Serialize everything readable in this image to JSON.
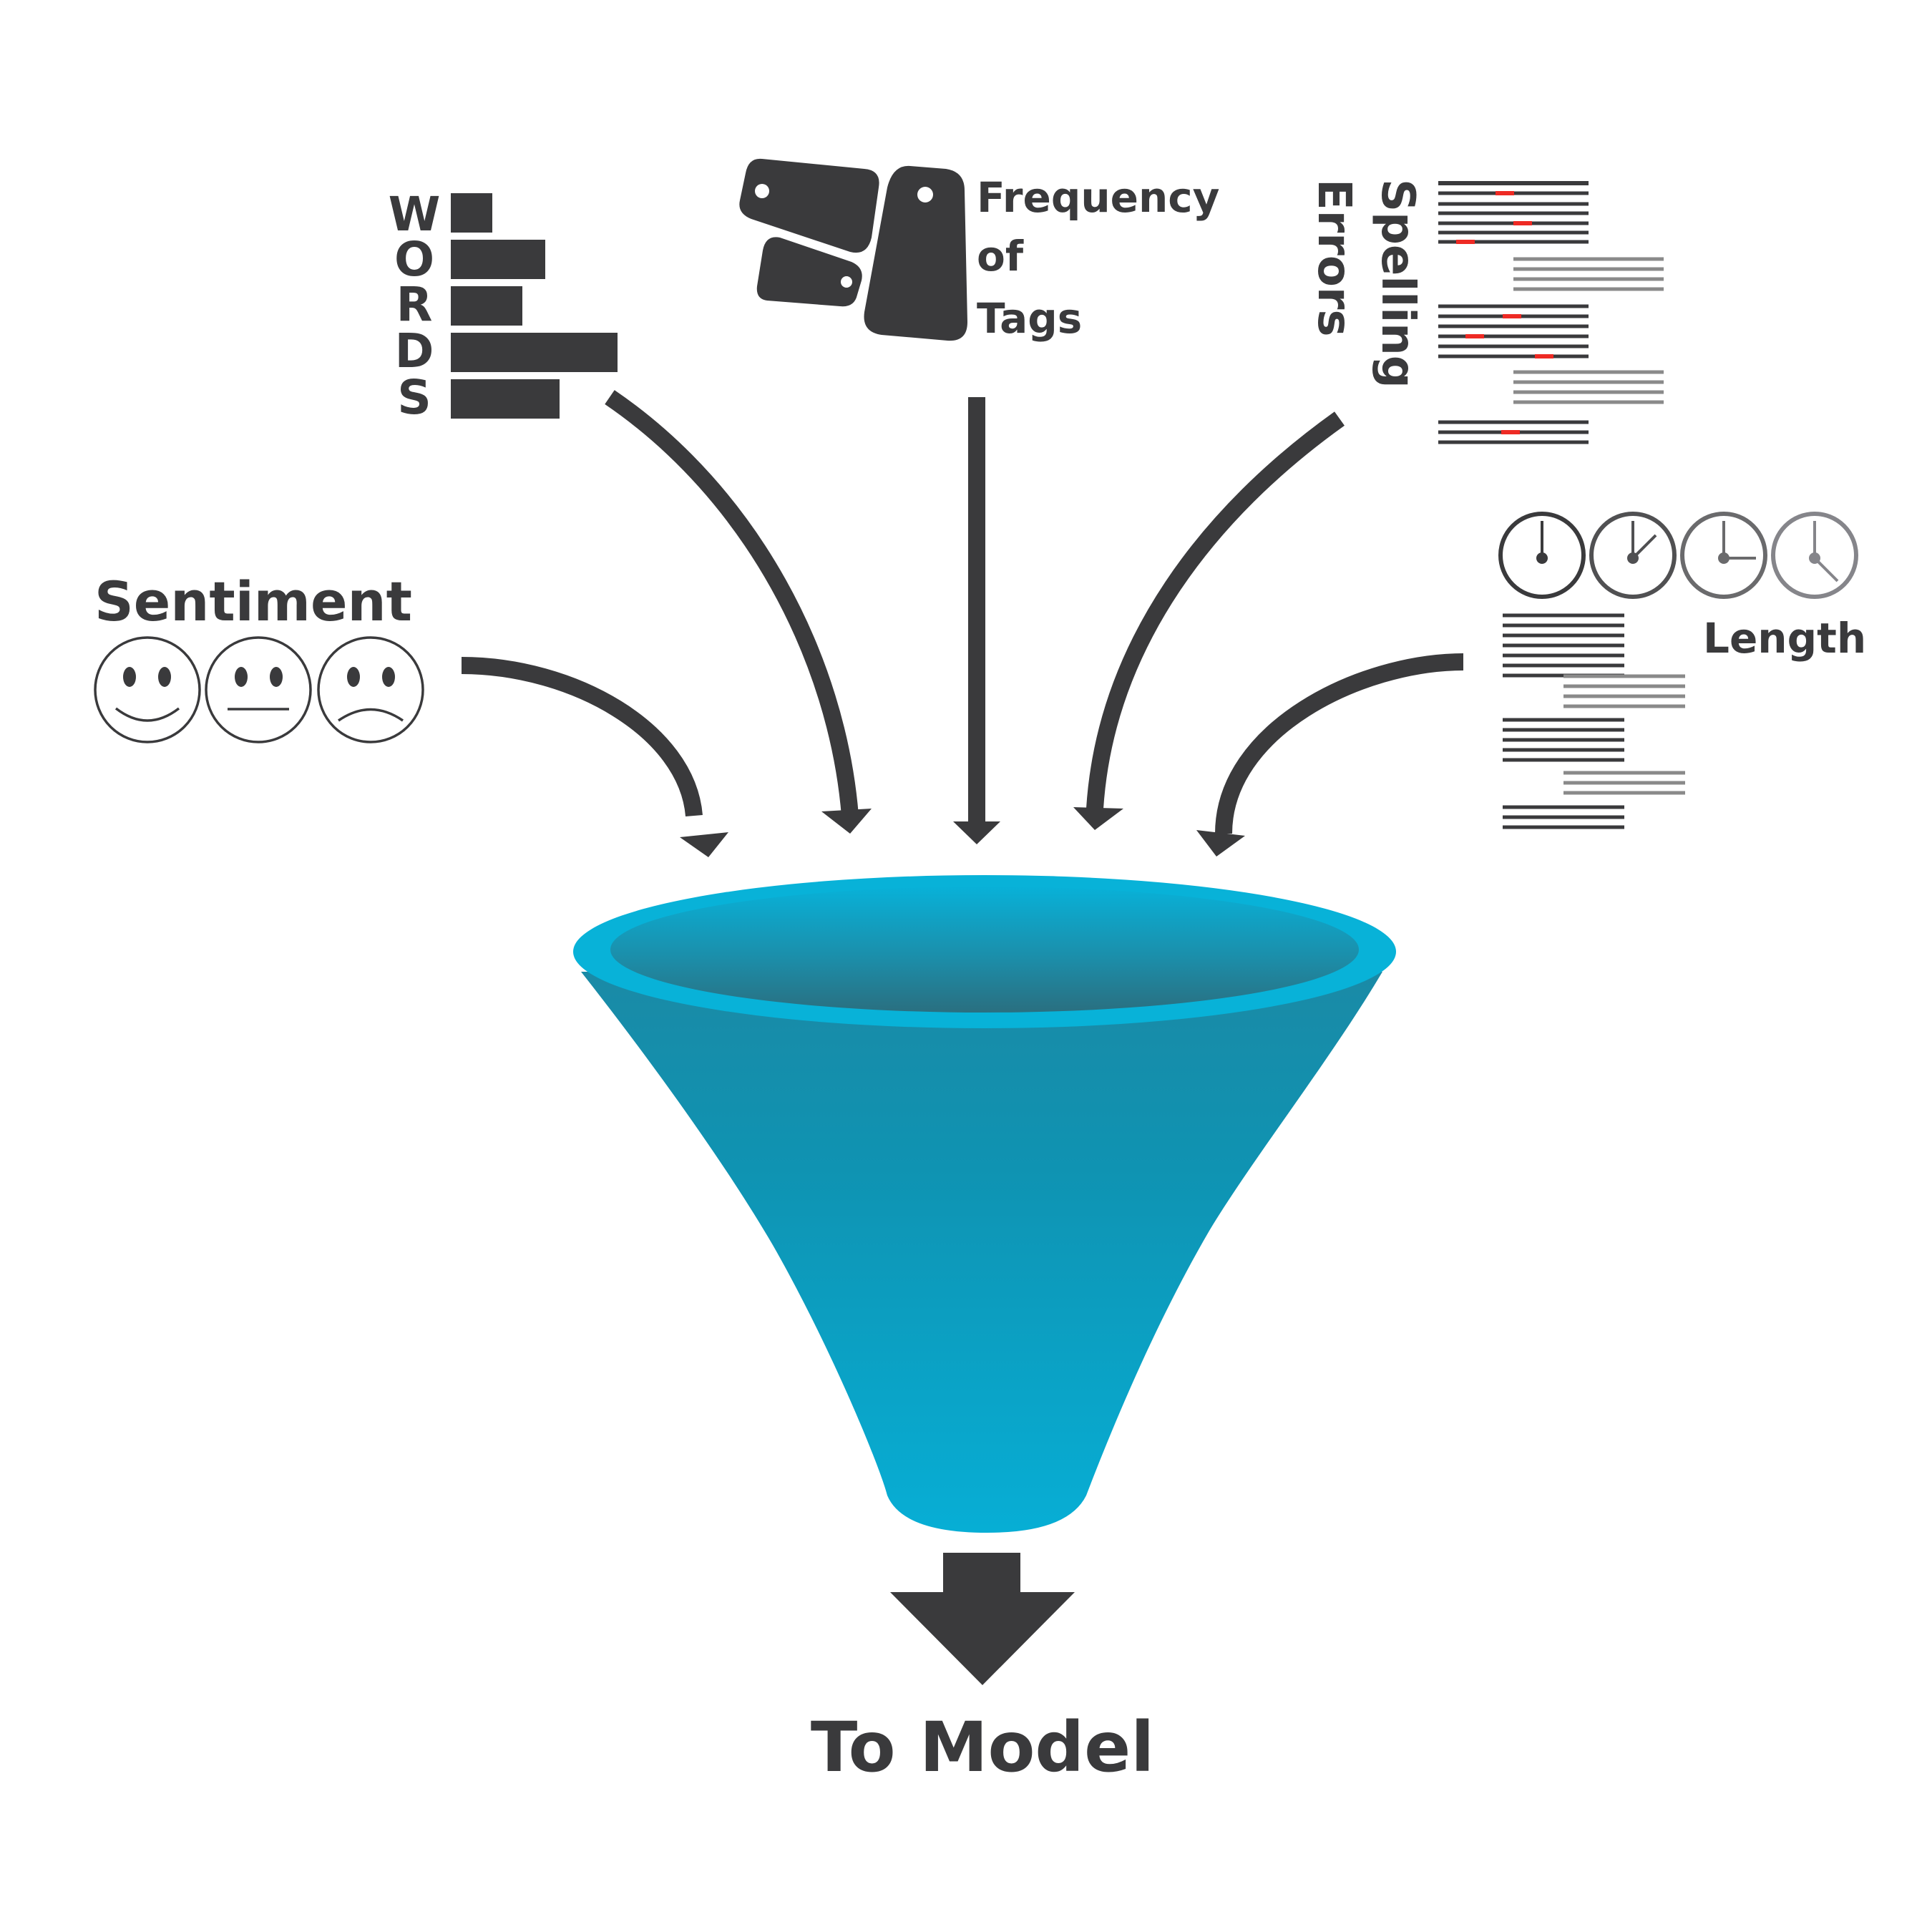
{
  "sources": {
    "words": {
      "letters": [
        "W",
        "O",
        "R",
        "D",
        "S"
      ]
    },
    "tags": {
      "line1": "Frequency",
      "line2": "of",
      "line3": "Tags"
    },
    "spelling": {
      "word1": "Spelling",
      "word2": "Errors"
    },
    "sentiment": {
      "label": "Sentiment",
      "faces": [
        "happy",
        "neutral",
        "sad"
      ]
    },
    "length": {
      "label": "Length"
    }
  },
  "output": {
    "label": "To Model"
  },
  "colors": {
    "ink": "#3a3a3c",
    "funnel_top": "#07b0d6",
    "funnel_body": "#0a9ec0",
    "funnel_inner_dark": "#1e7e95",
    "error_mark": "#ee2a24",
    "grey_line": "#8a8a8a"
  },
  "icons": [
    "bar-chart-icon",
    "tags-icon",
    "text-lines-icon",
    "smiley-icon",
    "clock-icon",
    "arrow-icon",
    "funnel-icon"
  ]
}
